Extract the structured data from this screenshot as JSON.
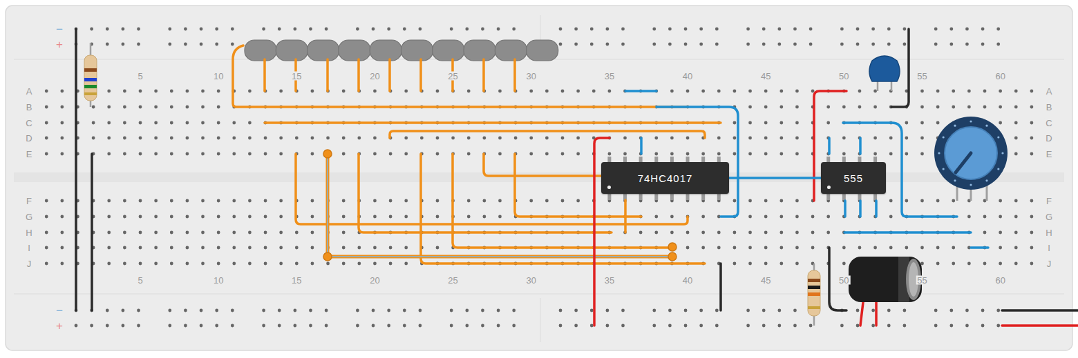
{
  "diagram": {
    "nodes": [
      {
        "text": [
          "74HC4017"
        ]
      },
      {
        "text": [
          "555"
        ]
      }
    ],
    "edges": [
      {
        "from": 0,
        "to": 1,
        "arrow": "none"
      }
    ],
    "labels": [
      "−",
      "+",
      "−",
      "+",
      "5",
      "10",
      "15",
      "20",
      "25",
      "30",
      "35",
      "40",
      "45",
      "50",
      "55",
      "60",
      "5",
      "10",
      "15",
      "20",
      "25",
      "30",
      "35",
      "40",
      "45",
      "50",
      "55",
      "60",
      "A",
      "B",
      "C",
      "D",
      "E",
      "F",
      "G",
      "H",
      "I",
      "J",
      "A",
      "B",
      "C",
      "D",
      "E",
      "F",
      "G",
      "H",
      "I",
      "J"
    ]
  }
}
